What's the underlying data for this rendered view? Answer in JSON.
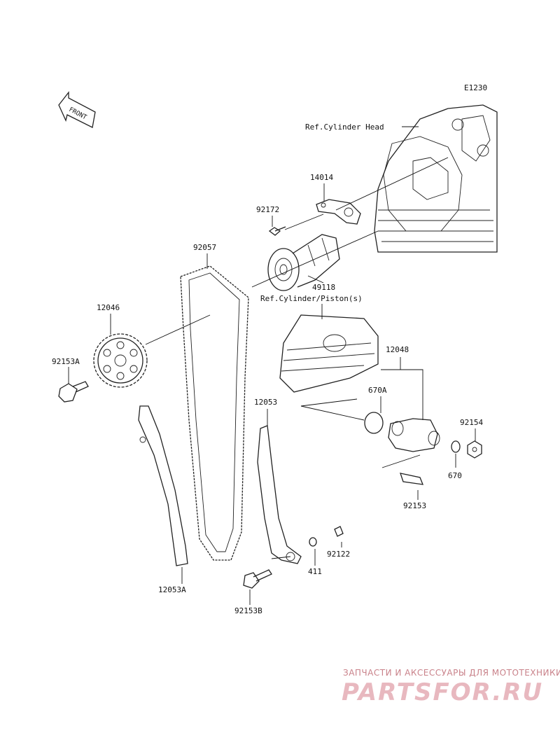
{
  "diagram": {
    "code": "E1230",
    "front_label": "FRONT",
    "ref_labels": {
      "cylinder_head": "Ref.Cylinder Head",
      "cylinder_piston": "Ref.Cylinder/Piston(s)"
    },
    "parts": {
      "p14014": "14014",
      "p92172": "92172",
      "p92057": "92057",
      "p49118": "49118",
      "p12046": "12046",
      "p92153A": "92153A",
      "p12048": "12048",
      "p670A": "670A",
      "p92154": "92154",
      "p670": "670",
      "p92153": "92153",
      "p12053": "12053",
      "p92122": "92122",
      "p411": "411",
      "p12053A": "12053A",
      "p92153B": "92153B"
    }
  },
  "watermark": {
    "tagline": "ЗАПЧАСТИ И АКСЕССУАРЫ ДЛЯ МОТОТЕХНИКИ",
    "brand": "PARTSFOR.RU",
    "brand_color": "#e8b8bf"
  }
}
